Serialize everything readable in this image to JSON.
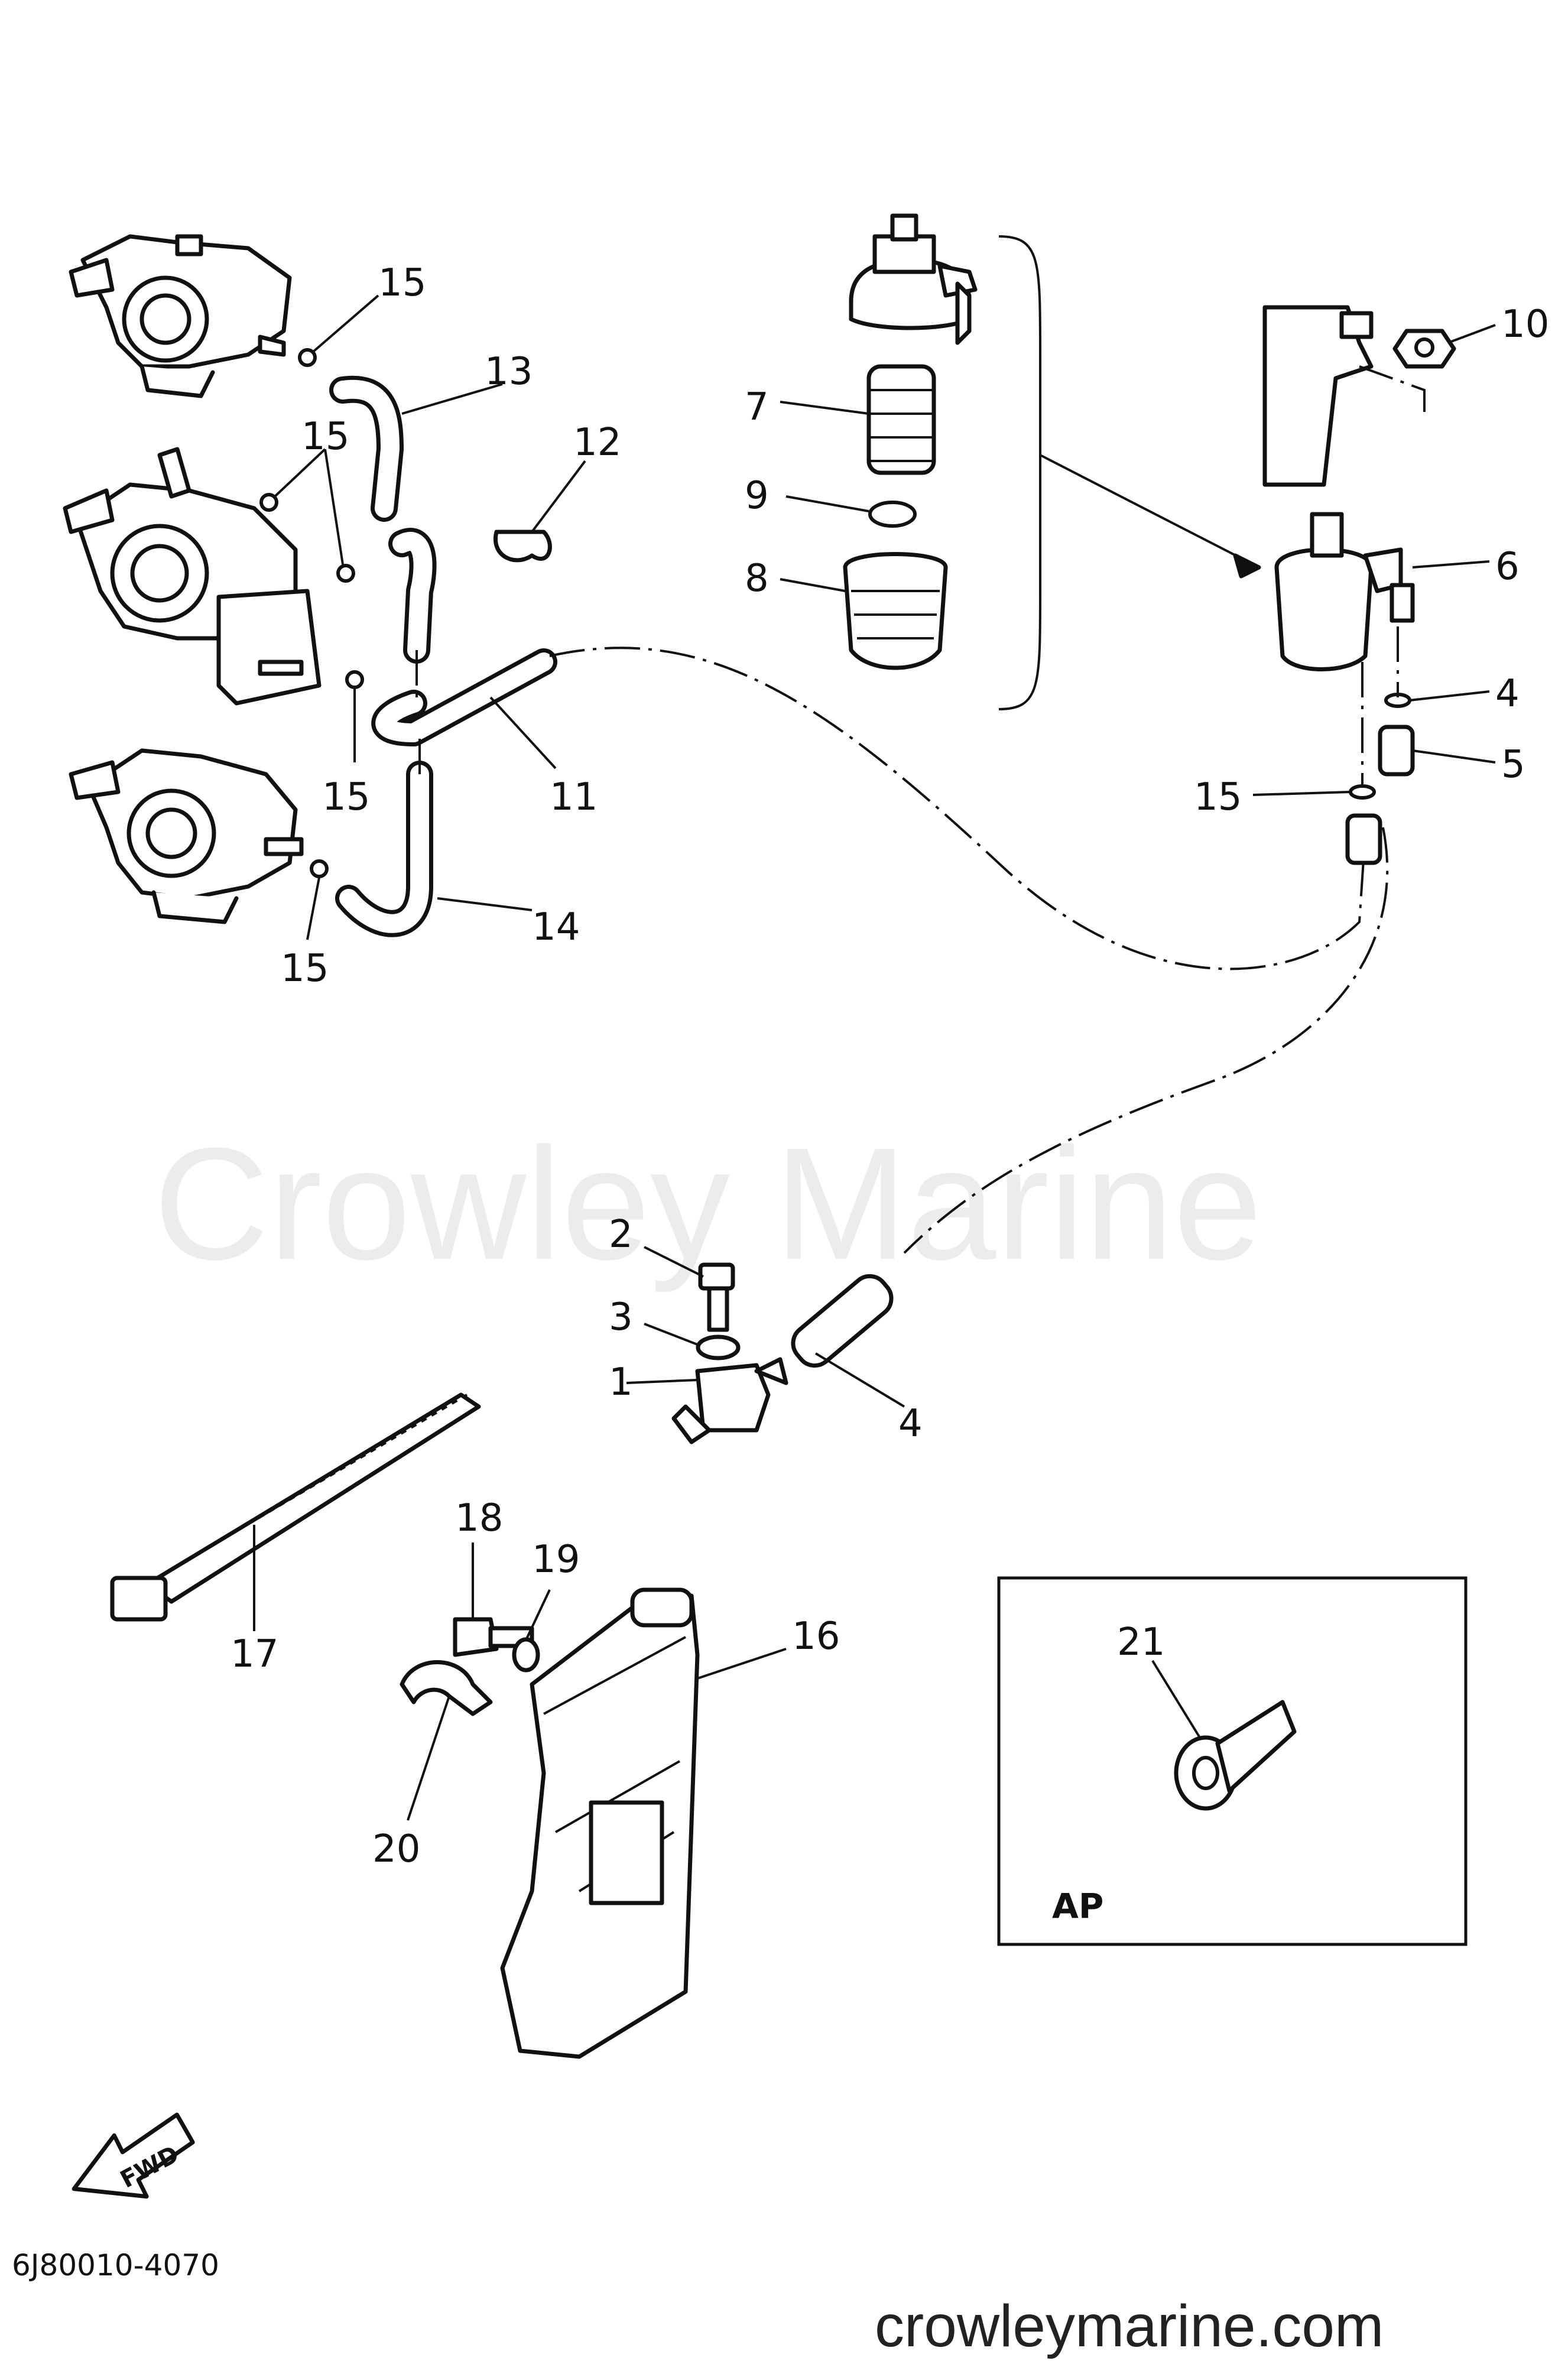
{
  "watermark": "Crowley Marine",
  "site_url": "crowleymarine.com",
  "drawing_code": "6J80010-4070",
  "fwd_label": "FWD",
  "inset_label": "AP",
  "callouts": {
    "c1": "1",
    "c2": "2",
    "c3": "3",
    "c4a": "4",
    "c4b": "4",
    "c5": "5",
    "c6": "6",
    "c7": "7",
    "c8": "8",
    "c9": "9",
    "c10": "10",
    "c11": "11",
    "c12": "12",
    "c13": "13",
    "c14": "14",
    "c15a": "15",
    "c15b": "15",
    "c15c": "15",
    "c15d": "15",
    "c15e": "15",
    "c16": "16",
    "c17": "17",
    "c18": "18",
    "c19": "19",
    "c20": "20",
    "c21": "21"
  }
}
